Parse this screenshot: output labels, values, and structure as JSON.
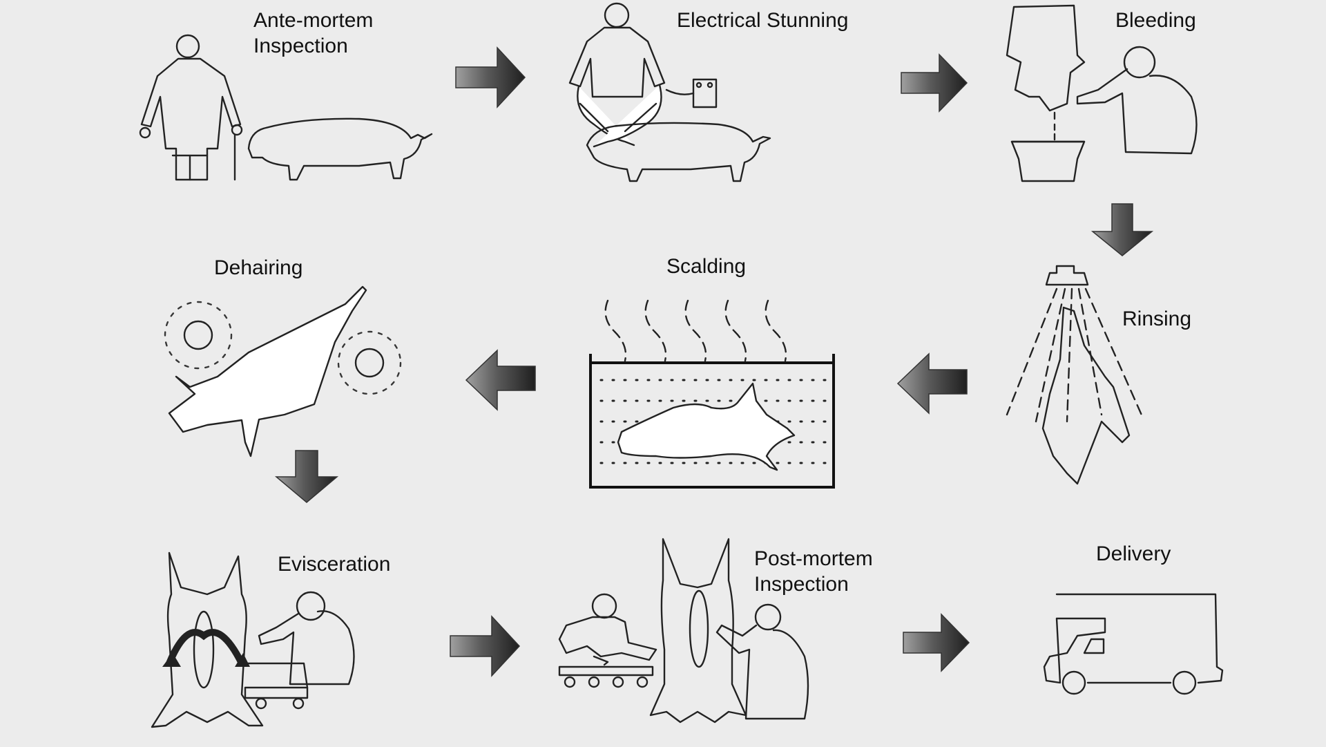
{
  "diagram": {
    "steps": [
      {
        "id": "ante-mortem",
        "label": "Ante-mortem\nInspection",
        "icon": "inspector-with-pig-icon"
      },
      {
        "id": "stunning",
        "label": "Electrical Stunning",
        "icon": "stunning-tongs-icon"
      },
      {
        "id": "bleeding",
        "label": "Bleeding",
        "icon": "bleeding-carcass-icon"
      },
      {
        "id": "rinsing",
        "label": "Rinsing",
        "icon": "shower-rinse-icon"
      },
      {
        "id": "scalding",
        "label": "Scalding",
        "icon": "scalding-tank-icon"
      },
      {
        "id": "dehairing",
        "label": "Dehairing",
        "icon": "dehairing-rollers-icon"
      },
      {
        "id": "evisceration",
        "label": "Evisceration",
        "icon": "evisceration-icon"
      },
      {
        "id": "post-mortem",
        "label": "Post-mortem\nInspection",
        "icon": "post-mortem-inspector-icon"
      },
      {
        "id": "delivery",
        "label": "Delivery",
        "icon": "delivery-truck-icon"
      }
    ],
    "arrows": [
      {
        "from": "ante-mortem",
        "to": "stunning",
        "direction": "right"
      },
      {
        "from": "stunning",
        "to": "bleeding",
        "direction": "right"
      },
      {
        "from": "bleeding",
        "to": "rinsing",
        "direction": "down"
      },
      {
        "from": "rinsing",
        "to": "scalding",
        "direction": "left"
      },
      {
        "from": "scalding",
        "to": "dehairing",
        "direction": "left"
      },
      {
        "from": "dehairing",
        "to": "evisceration",
        "direction": "down"
      },
      {
        "from": "evisceration",
        "to": "post-mortem",
        "direction": "right"
      },
      {
        "from": "post-mortem",
        "to": "delivery",
        "direction": "right"
      }
    ],
    "colors": {
      "background": "#ececec",
      "ink": "#222222",
      "arrow_light": "#9a9a9a",
      "arrow_dark": "#2a2a2a"
    }
  }
}
